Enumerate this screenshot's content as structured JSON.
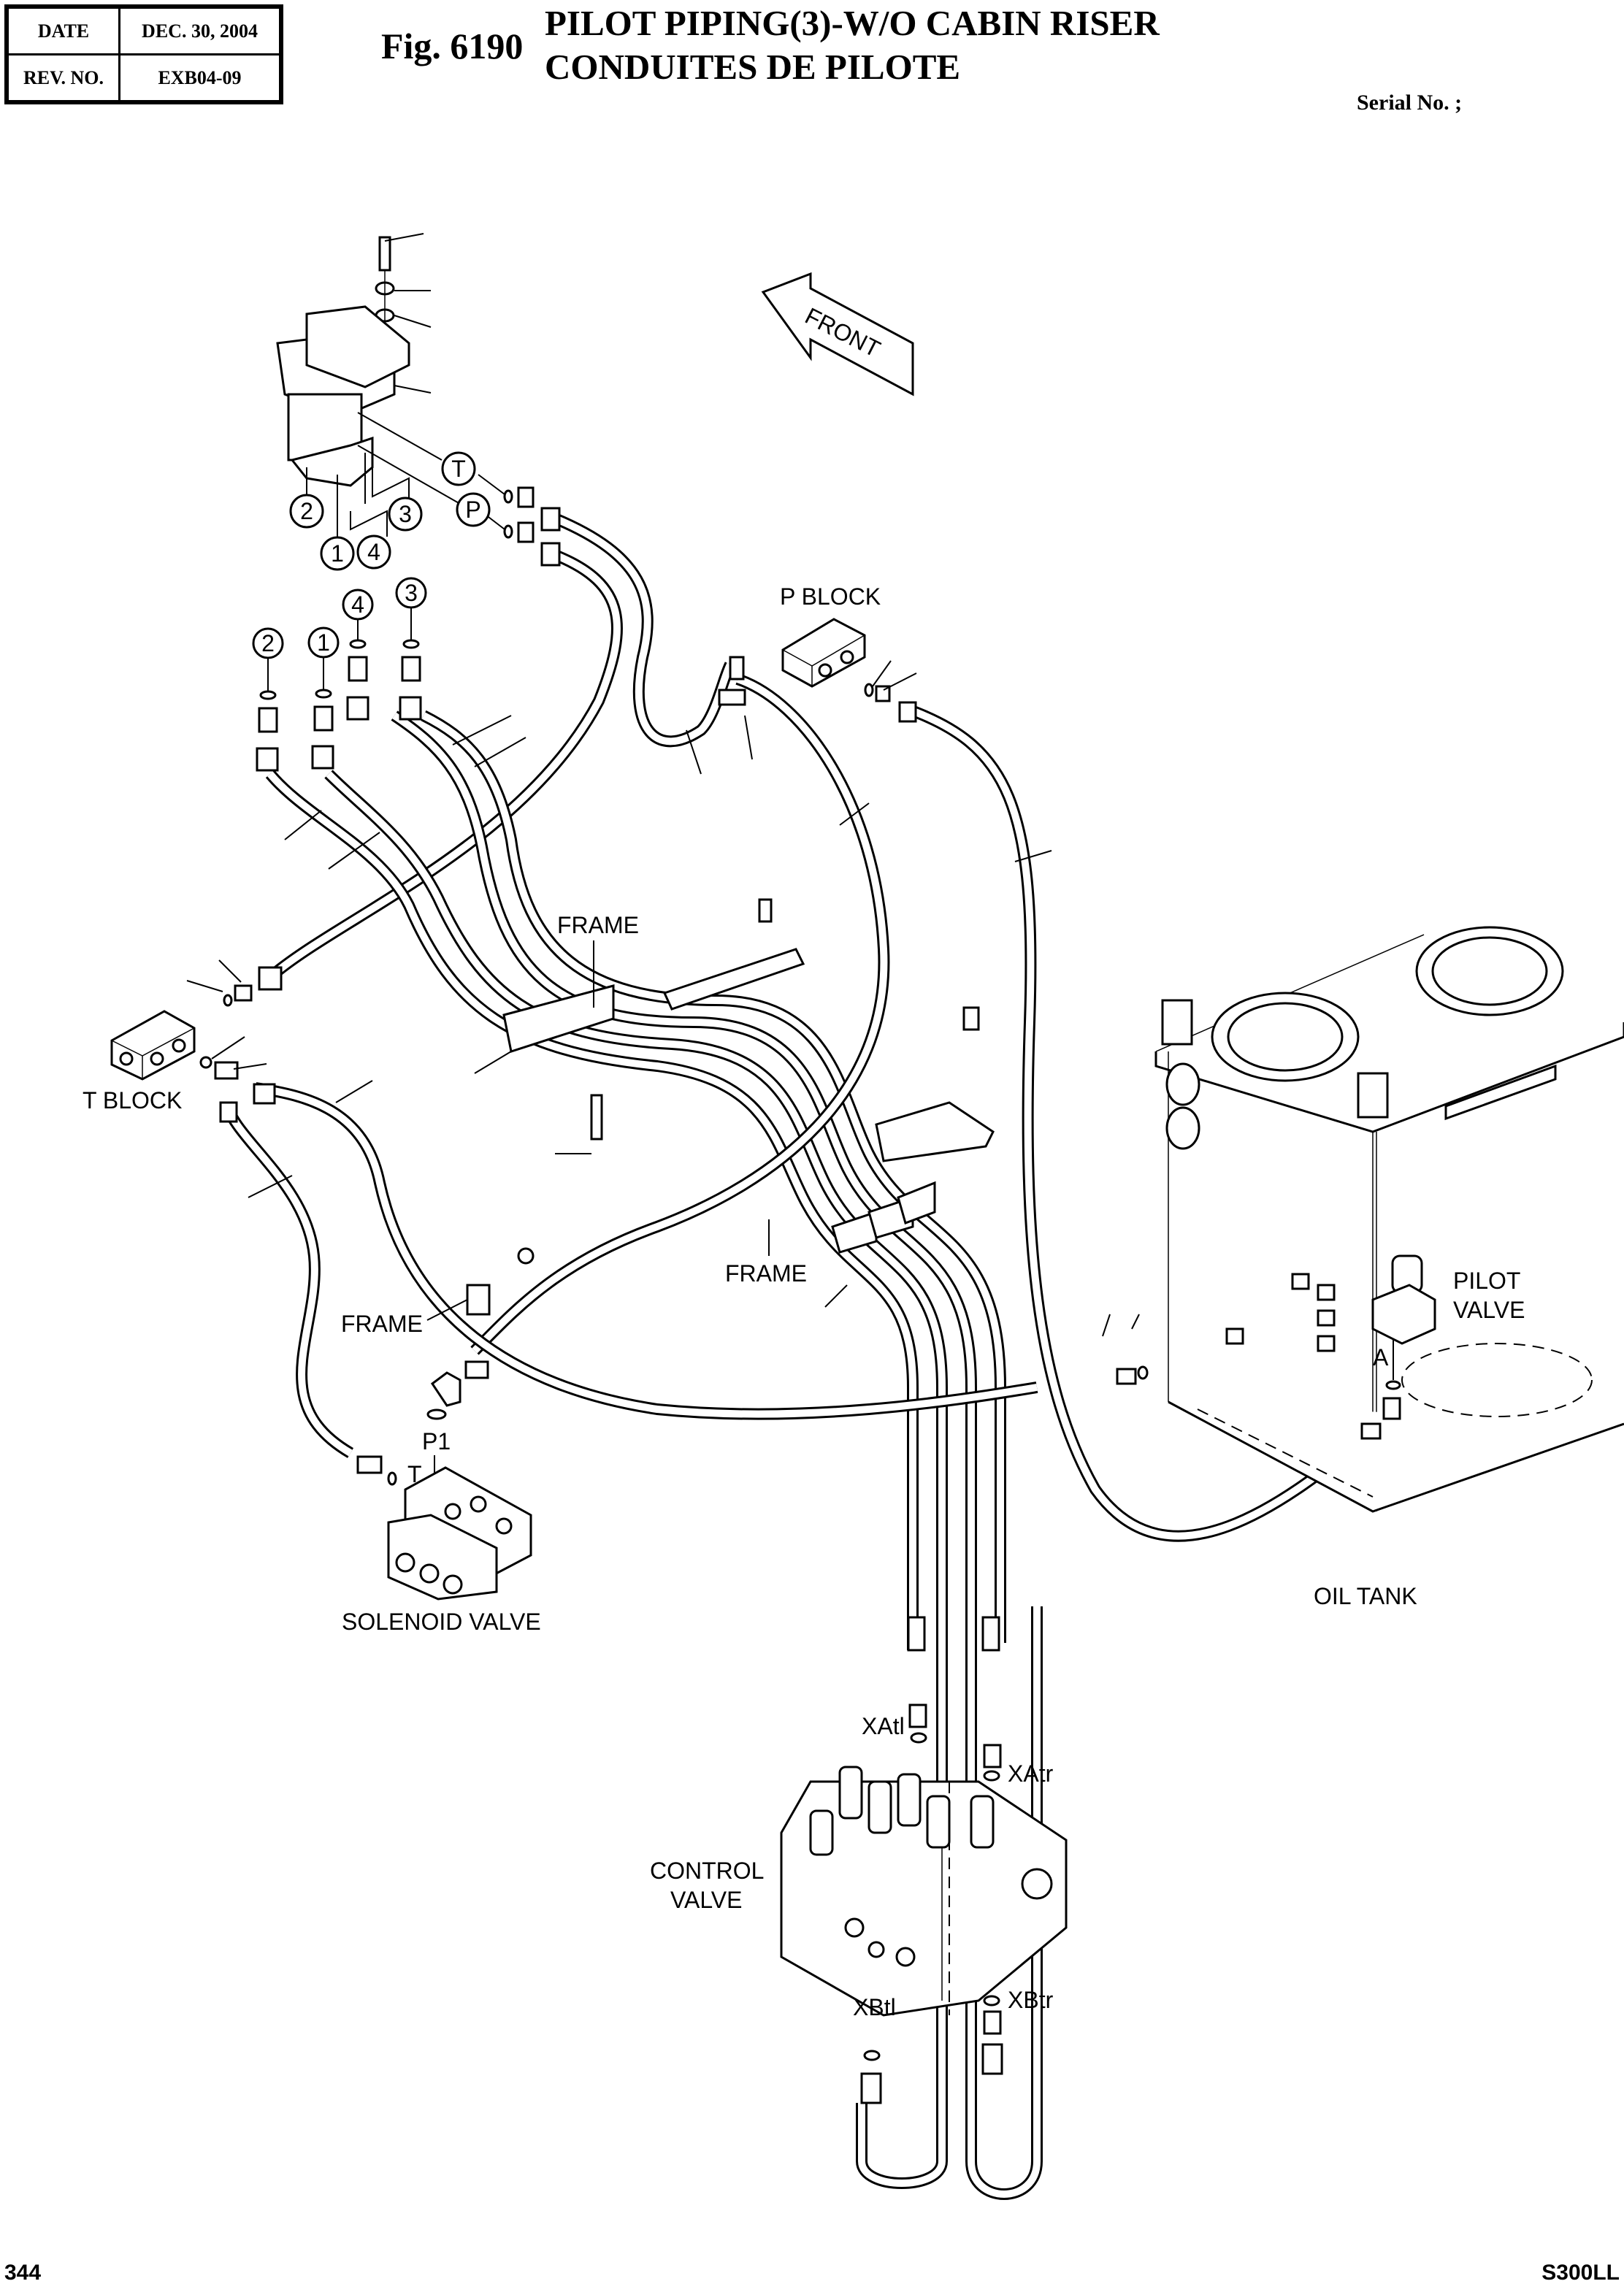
{
  "header": {
    "date_label": "DATE",
    "date_value": "DEC. 30, 2004",
    "rev_label": "REV. NO.",
    "rev_value": "EXB04-09",
    "figure": "Fig. 6190",
    "title_en": "PILOT PIPING(3)-W/O CABIN RISER",
    "title_fr": "CONDUITES DE PILOTE",
    "serial": "Serial No. ;"
  },
  "diagram": {
    "front_arrow": "FRONT",
    "port_labels": {
      "t": "T",
      "p": "P",
      "p1": "P1",
      "t_solenoid": "T",
      "a": "A",
      "xatl": "XAtl",
      "xatr": "XAtr",
      "xbtl": "XBtl",
      "xbtr": "XBtr"
    },
    "circled_numbers_joystick": [
      "2",
      "1",
      "4",
      "3"
    ],
    "circled_numbers_fittings": [
      "2",
      "1",
      "4",
      "3"
    ],
    "components": {
      "p_block": "P  BLOCK",
      "t_block": "T  BLOCK",
      "frame_1": "FRAME",
      "frame_2": "FRAME",
      "frame_3": "FRAME",
      "solenoid_valve": "SOLENOID VALVE",
      "pilot_valve_line1": "PILOT",
      "pilot_valve_line2": "VALVE",
      "oil_tank": "OIL TANK",
      "control_valve_line1": "CONTROL",
      "control_valve_line2": "VALVE"
    }
  },
  "footer": {
    "page_number": "344",
    "model": "S300LL"
  }
}
